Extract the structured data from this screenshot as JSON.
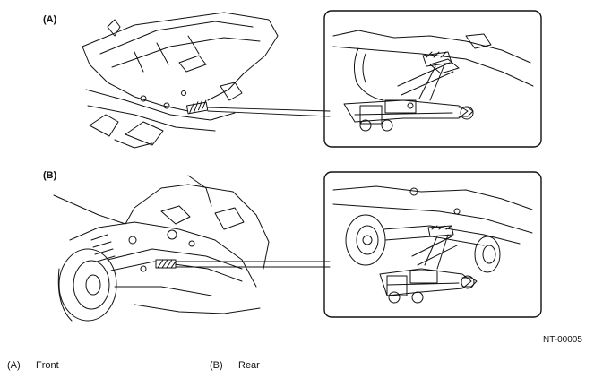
{
  "panels": {
    "a_label": "(A)",
    "b_label": "(B)"
  },
  "figure_ref": "NT-00005",
  "legend": [
    {
      "code": "(A)",
      "text": "Front"
    },
    {
      "code": "(B)",
      "text": "Rear"
    }
  ],
  "colors": {
    "line": "#111111",
    "background": "#ffffff"
  }
}
